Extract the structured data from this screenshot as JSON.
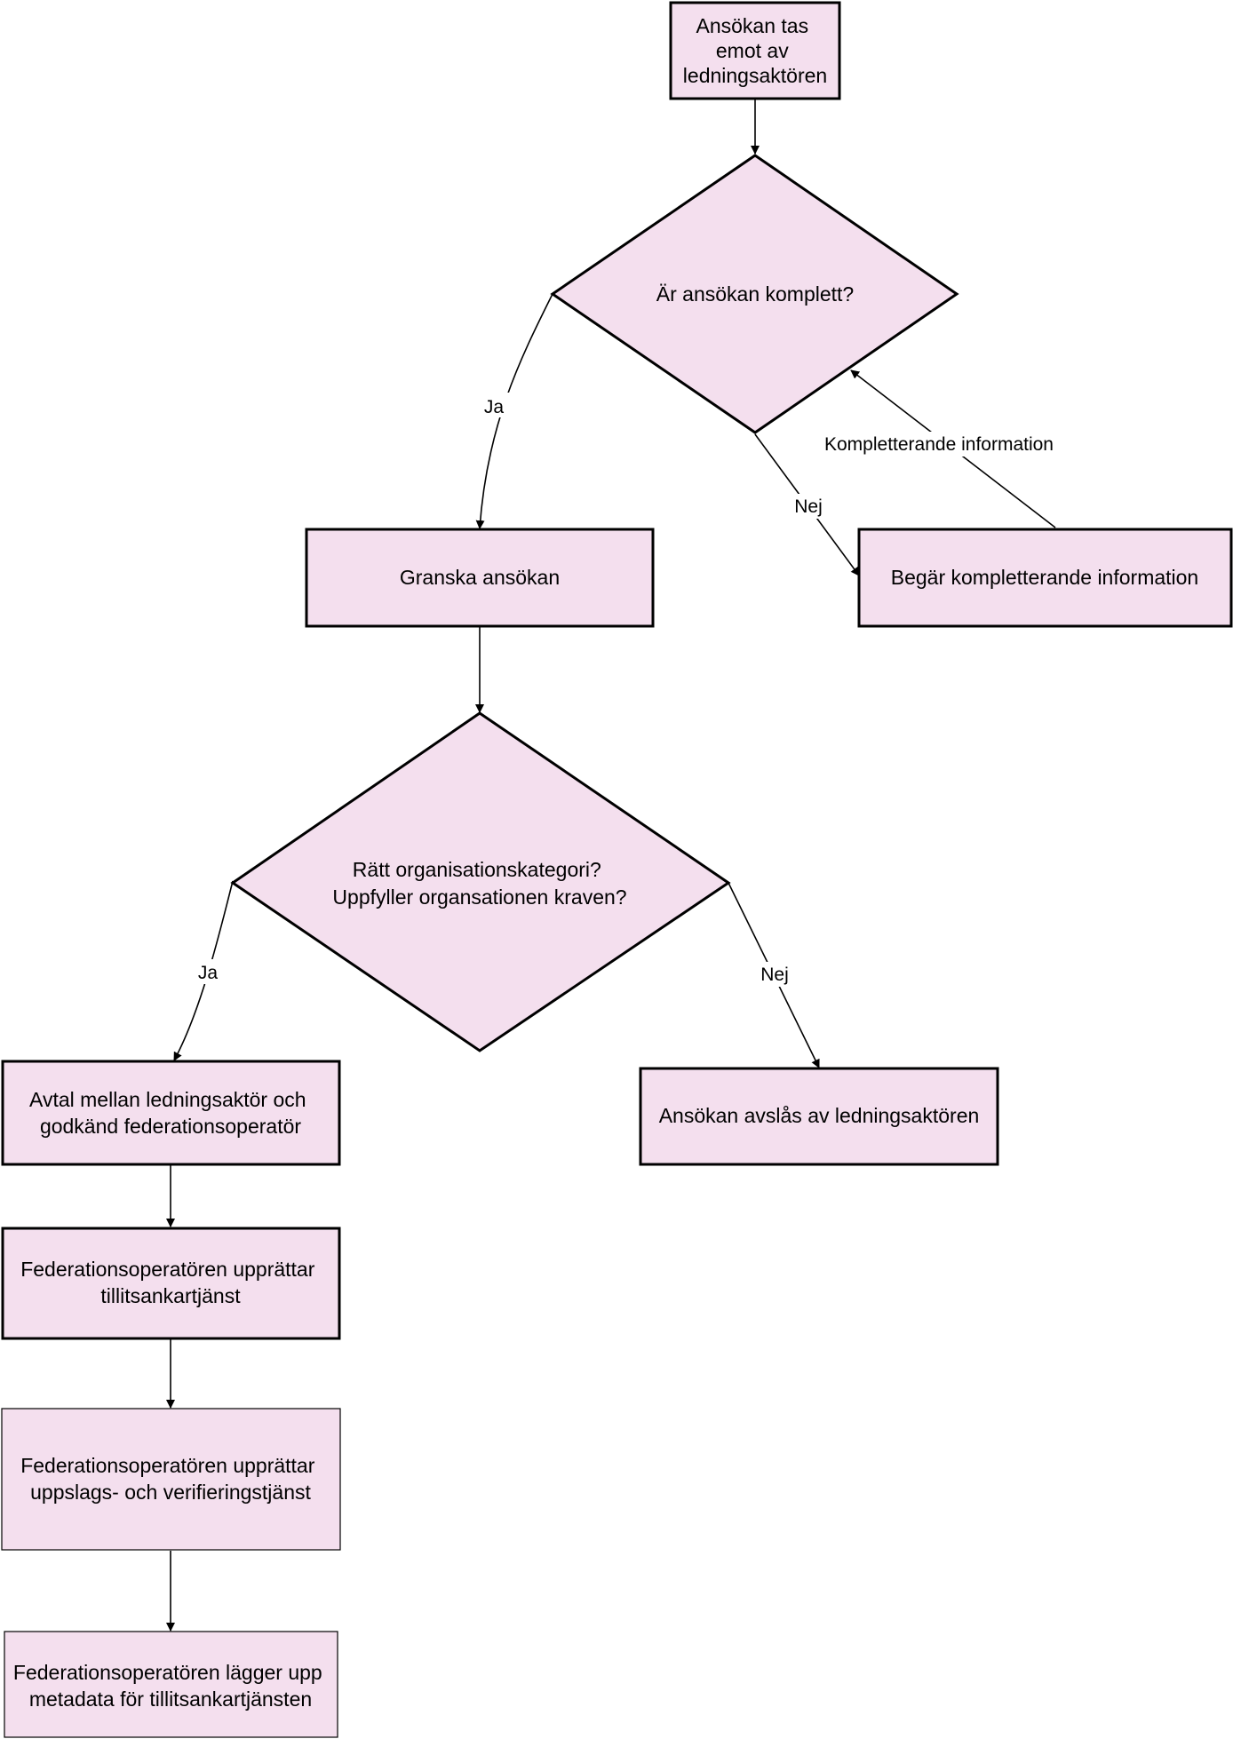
{
  "colors": {
    "fill": "#f4dfee",
    "stroke": "#000000",
    "background": "#ffffff"
  },
  "nodes": {
    "start": {
      "lines": [
        "Ansökan tas",
        "emot av",
        "ledningsaktören"
      ]
    },
    "d1": {
      "lines": [
        "Är ansökan komplett?"
      ]
    },
    "review": {
      "lines": [
        "Granska ansökan"
      ]
    },
    "request": {
      "lines": [
        "Begär kompletterande information"
      ]
    },
    "d2": {
      "lines": [
        "Rätt organisationskategori?",
        "Uppfyller organsationen kraven?"
      ]
    },
    "avtal": {
      "lines": [
        "Avtal mellan ledningsaktör och",
        "godkänd federationsoperatör"
      ]
    },
    "reject": {
      "lines": [
        "Ansökan avslås av ledningsaktören"
      ]
    },
    "trust": {
      "lines": [
        "Federationsoperatören upprättar",
        "tillitsankartjänst"
      ]
    },
    "lookup": {
      "lines": [
        "Federationsoperatören upprättar",
        "uppslags- och verifieringstjänst"
      ]
    },
    "meta": {
      "lines": [
        "Federationsoperatören lägger upp",
        "metadata för tillitsankartjänsten"
      ]
    }
  },
  "edges": {
    "d1_yes": "Ja",
    "d1_no": "Nej",
    "feedback": "Kompletterande information",
    "d2_yes": "Ja",
    "d2_no": "Nej"
  }
}
